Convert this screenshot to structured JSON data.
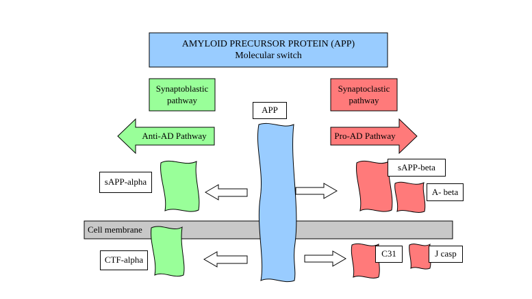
{
  "title": {
    "line1": "AMYLOID PRECURSOR PROTEIN (APP)",
    "line2": "Molecular switch"
  },
  "left": {
    "pathway_line1": "Synaptoblastic",
    "pathway_line2": "pathway",
    "arrow_label": "Anti-AD Pathway",
    "sapp": "sAPP-alpha",
    "ctf": "CTF-alpha"
  },
  "right": {
    "pathway_line1": "Synaptoclastic",
    "pathway_line2": "pathway",
    "arrow_label": "Pro-AD Pathway",
    "sapp": "sAPP-beta",
    "abeta": "A- beta",
    "c31": "C31",
    "jcasp": "J casp"
  },
  "center": {
    "app": "APP",
    "membrane": "Cell membrane"
  },
  "colors": {
    "blue": "#99ccff",
    "green": "#99ff99",
    "red": "#ff7a7a",
    "membrane": "#c8c8c8"
  }
}
